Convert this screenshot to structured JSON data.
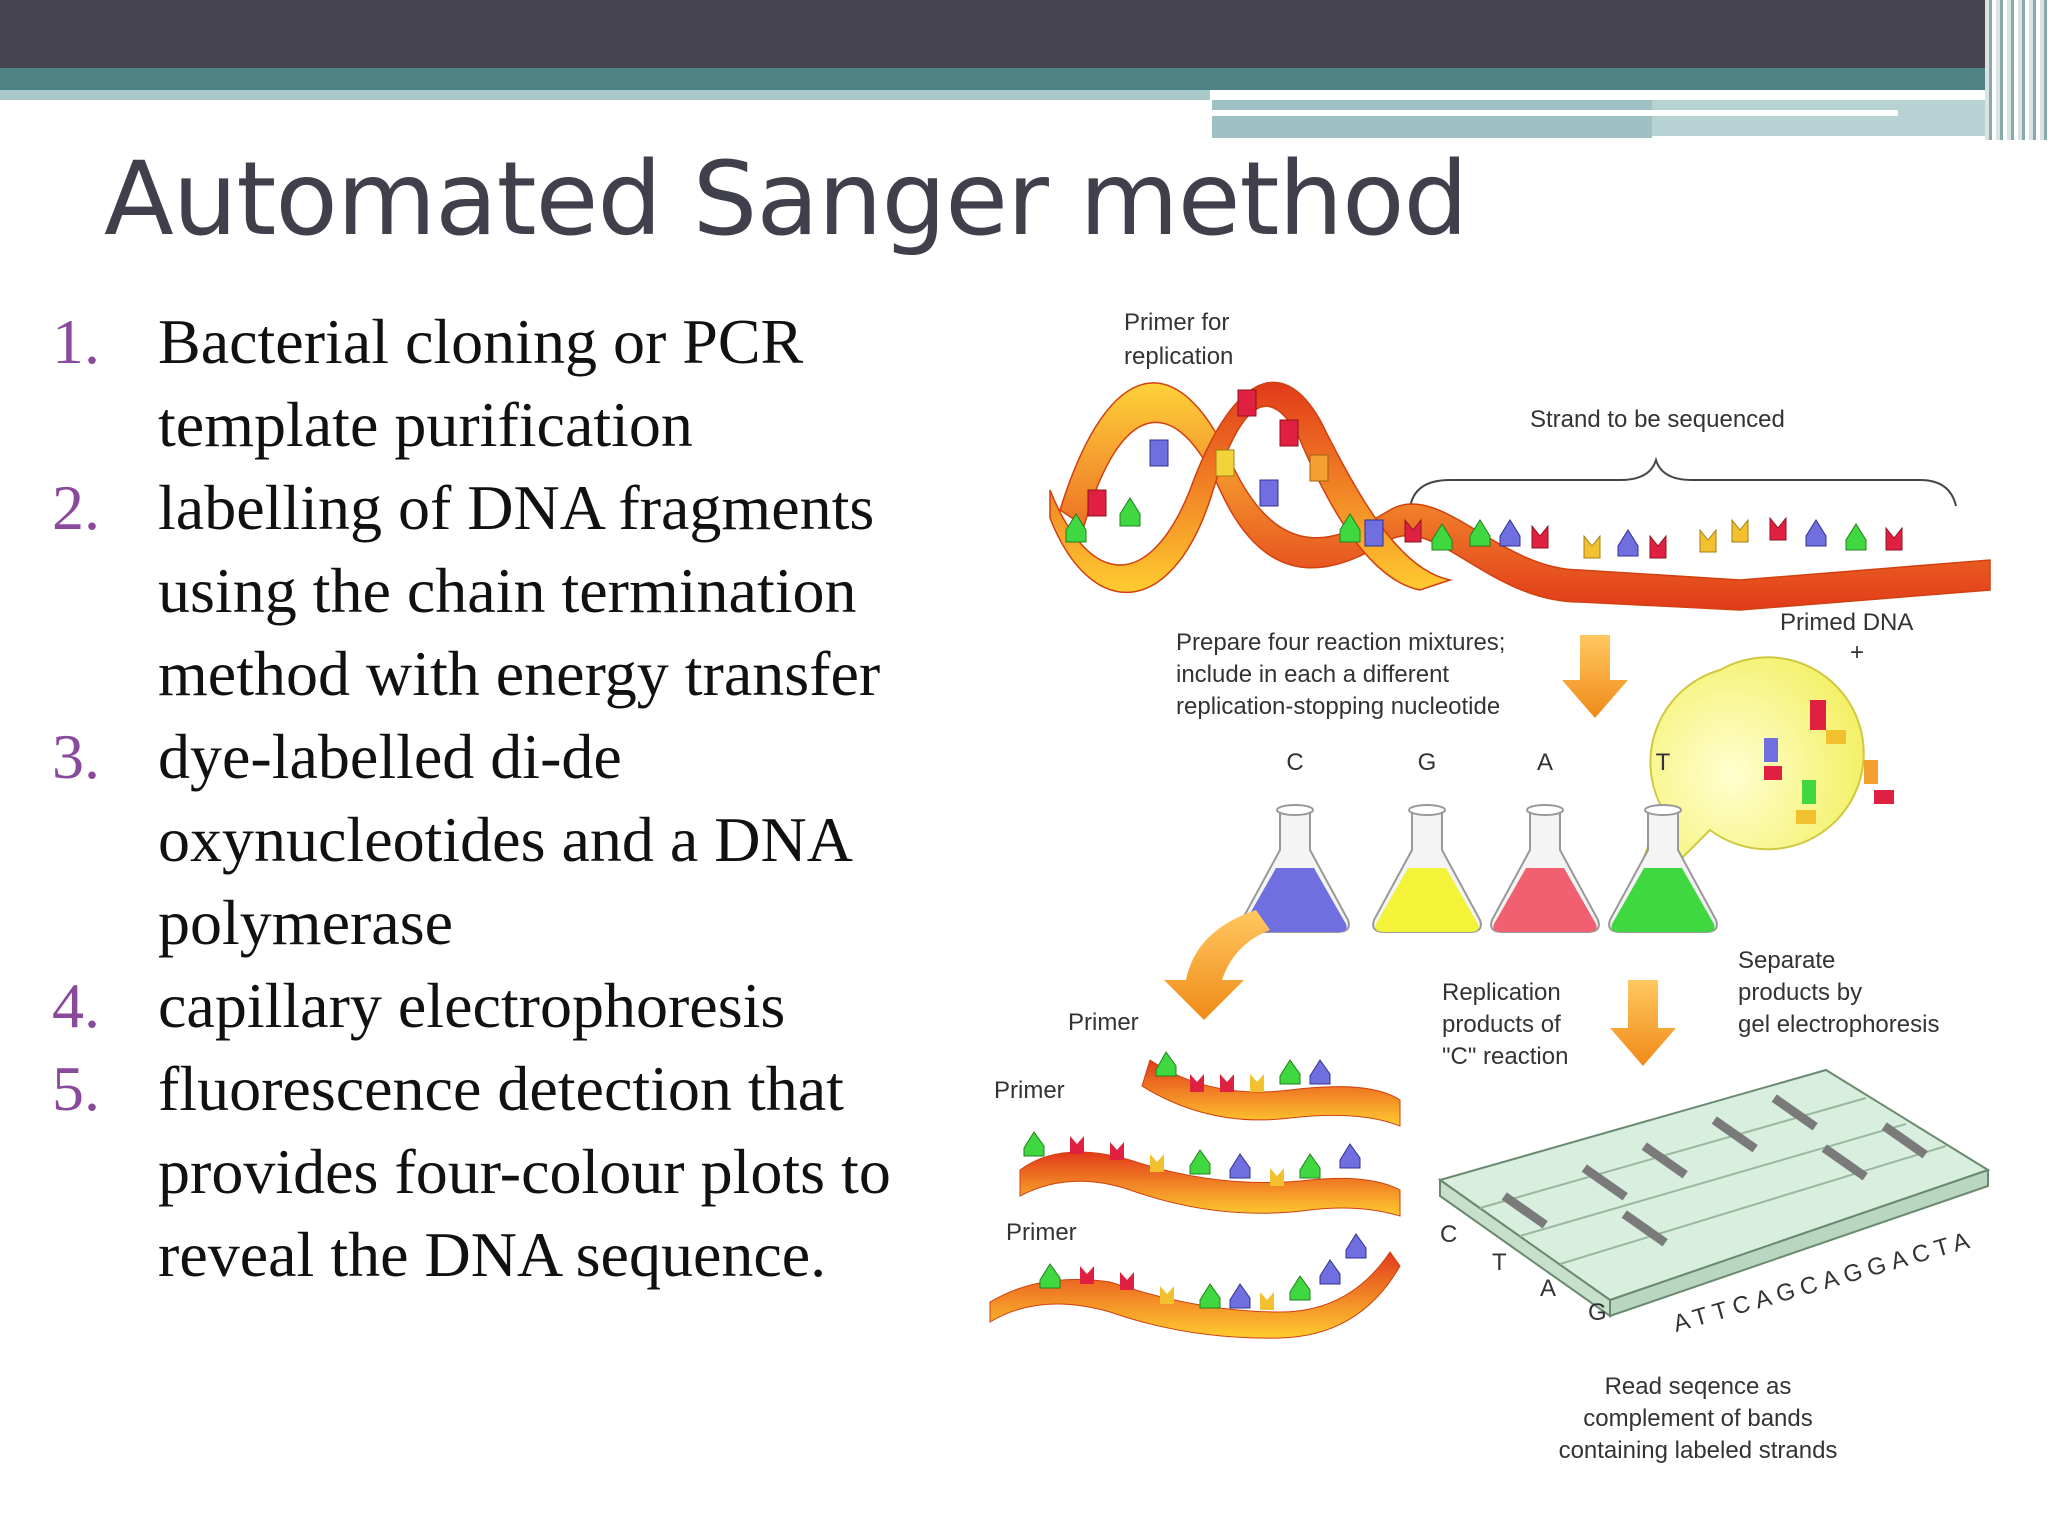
{
  "slide": {
    "title": "Automated Sanger method",
    "steps": [
      {
        "num": "1.",
        "text": "Bacterial cloning or PCR template purification"
      },
      {
        "num": "2.",
        "text": " labelling of DNA fragments using the chain termination method with energy transfer"
      },
      {
        "num": "3.",
        "text": "dye-labelled di-de oxynucleotides and a DNA polymerase"
      },
      {
        "num": "4.",
        "text": "capillary electrophoresis"
      },
      {
        "num": "5.",
        "text": " fluorescence detection that provides four-colour plots to reveal the DNA sequence."
      }
    ]
  },
  "diagram": {
    "primer_for_replication": [
      "Primer for",
      "replication"
    ],
    "strand_to_be_sequenced": "Strand to be sequenced",
    "primed_dna": "Primed DNA",
    "plus": "+",
    "prepare_mixtures": [
      "Prepare four reaction mixtures;",
      "include in each a different",
      "replication-stopping nucleotide"
    ],
    "flask_labels": [
      "C",
      "G",
      "A",
      "T"
    ],
    "primer": "Primer",
    "replication_products": [
      "Replication",
      "products of",
      "\"C\" reaction"
    ],
    "separate_products": [
      "Separate",
      "products by",
      "gel electrophoresis"
    ],
    "gel_lane_labels": [
      "C",
      "T",
      "A",
      "G"
    ],
    "read_sequence": "ATTCAGCAGGACTA",
    "read_caption": [
      "Read seqence as",
      "complement of bands",
      "containing labeled strands"
    ],
    "colors": {
      "cytosine_blue": "#6f6fe0",
      "guanine_yellow": "#f3f33a",
      "adenine_red": "#f06070",
      "thymine_green": "#40d840",
      "arrow_orange": "#f0a030",
      "number_purple": "#8a4a9c"
    }
  }
}
